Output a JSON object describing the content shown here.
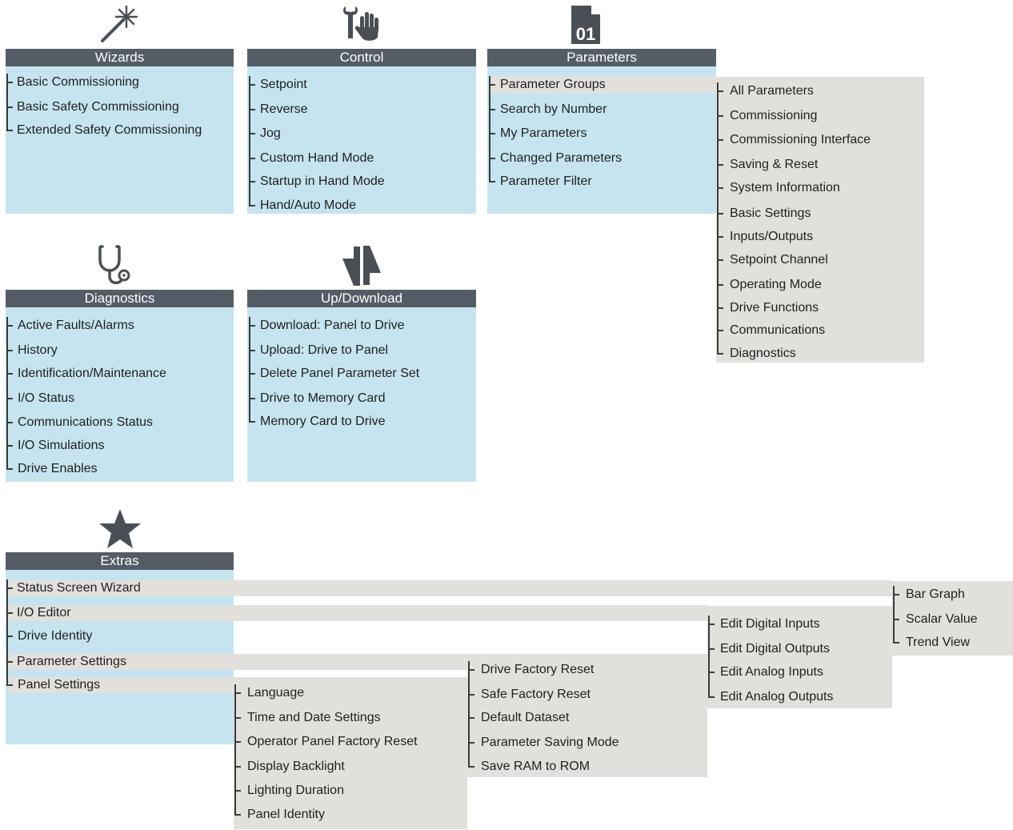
{
  "wizards": {
    "icon": "magic-wand-icon",
    "title": "Wizards",
    "items": [
      "Basic Commissioning",
      "Basic Safety Commissioning",
      "Extended Safety Commissioning"
    ]
  },
  "control": {
    "icon": "wrench-hand-icon",
    "title": "Control",
    "items": [
      "Setpoint",
      "Reverse",
      "Jog",
      "Custom Hand Mode",
      "Startup in Hand Mode",
      "Hand/Auto Mode"
    ]
  },
  "parameters": {
    "icon": "parameter-file-icon",
    "icon_text": "01",
    "title": "Parameters",
    "items": [
      "Parameter Groups",
      "Search by Number",
      "My Parameters",
      "Changed Parameters",
      "Parameter Filter"
    ]
  },
  "parameter_groups": {
    "items": [
      "All Parameters",
      "Commissioning",
      "Commissioning Interface",
      "Saving & Reset",
      "System Information",
      "Basic Settings",
      "Inputs/Outputs",
      "Setpoint Channel",
      "Operating Mode",
      "Drive Functions",
      "Communications",
      "Diagnostics"
    ]
  },
  "diagnostics": {
    "icon": "stethoscope-icon",
    "title": "Diagnostics",
    "items": [
      "Active Faults/Alarms",
      "History",
      "Identification/Maintenance",
      "I/O Status",
      "Communications Status",
      "I/O Simulations",
      "Drive Enables"
    ]
  },
  "updownload": {
    "icon": "up-down-arrows-icon",
    "title": "Up/Download",
    "items": [
      "Download: Panel to Drive",
      "Upload: Drive to Panel",
      "Delete Panel Parameter Set",
      "Drive to Memory Card",
      "Memory Card to Drive"
    ]
  },
  "extras": {
    "icon": "star-icon",
    "title": "Extras",
    "items": [
      "Status Screen Wizard",
      "I/O Editor",
      "Drive Identity",
      "Parameter Settings",
      "Panel Settings"
    ]
  },
  "status_screen_wizard": {
    "items": [
      "Bar Graph",
      "Scalar Value",
      "Trend View"
    ]
  },
  "io_editor": {
    "items": [
      "Edit Digital Inputs",
      "Edit Digital Outputs",
      "Edit Analog Inputs",
      "Edit Analog Outputs"
    ]
  },
  "parameter_settings": {
    "items": [
      "Drive Factory Reset",
      "Safe Factory Reset",
      "Default Dataset",
      "Parameter Saving Mode",
      "Save RAM to ROM"
    ]
  },
  "panel_settings": {
    "items": [
      "Language",
      "Time and Date Settings",
      "Operator Panel Factory Reset",
      "Display Backlight",
      "Lighting Duration",
      "Panel Identity"
    ]
  },
  "colors": {
    "header": "#545d66",
    "panel": "#c5e4ef",
    "submenu": "#e1e0dc",
    "icon": "#4a4f55"
  }
}
